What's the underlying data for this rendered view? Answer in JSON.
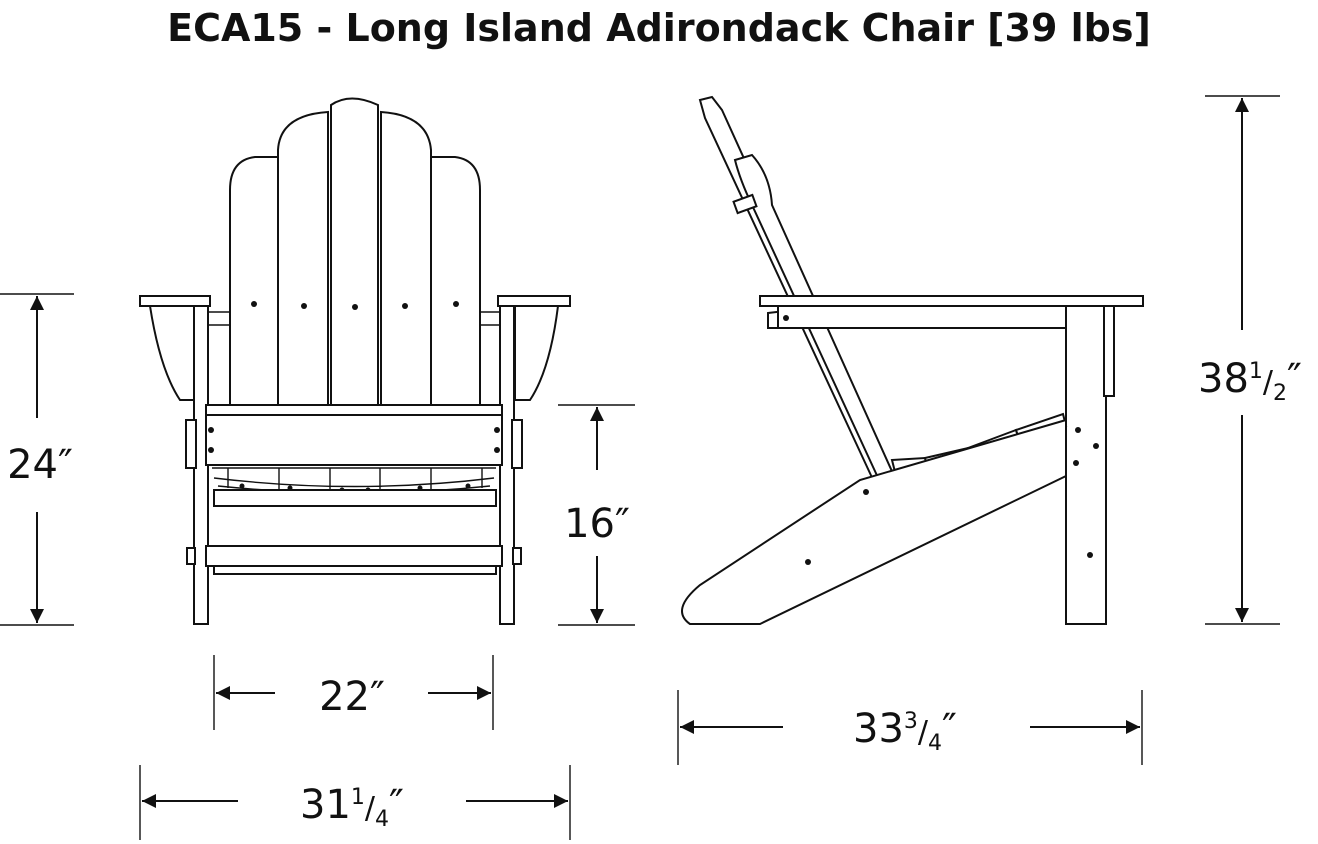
{
  "title": "ECA15 - Long Island Adirondack Chair [39 lbs]",
  "dimensions": {
    "arm_height": "24″",
    "seat_height": "16″",
    "seat_width": "22″",
    "overall_width_whole": "31",
    "overall_width_num": "1",
    "overall_width_den": "4",
    "overall_width_unit": "″",
    "overall_depth_whole": "33",
    "overall_depth_num": "3",
    "overall_depth_den": "4",
    "overall_depth_unit": "″",
    "overall_height_whole": "38",
    "overall_height_num": "1",
    "overall_height_den": "2",
    "overall_height_unit": "″"
  },
  "colors": {
    "line": "#111111",
    "background": "#ffffff"
  }
}
